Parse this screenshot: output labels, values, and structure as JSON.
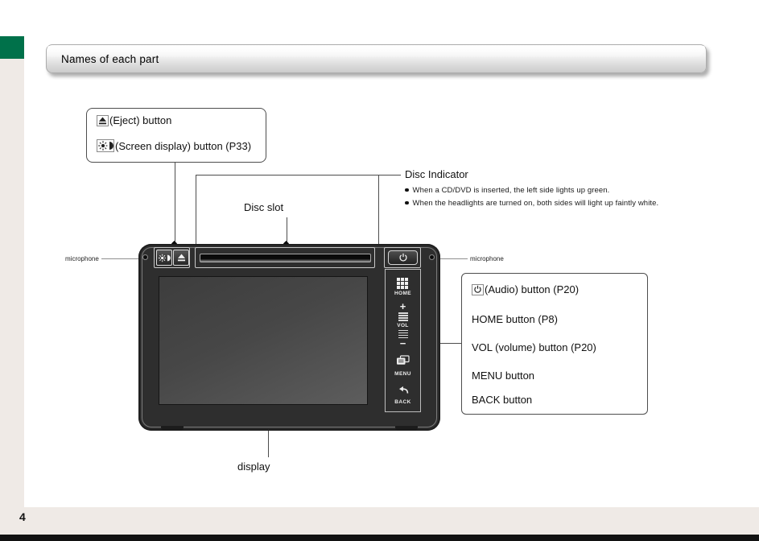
{
  "page": {
    "number": "4"
  },
  "header": {
    "title": "Names of each part"
  },
  "callout_left": {
    "rows": [
      {
        "icon": "eject-icon",
        "label": "(Eject) button"
      },
      {
        "icon": "screen-display-icon",
        "label": "(Screen display) button (P33)"
      }
    ]
  },
  "labels": {
    "disc_slot": "Disc slot",
    "disc_indicator": {
      "title": "Disc Indicator",
      "bullets": [
        "When a CD/DVD is inserted, the left side lights up green.",
        "When the headlights are turned on, both sides will light up faintly white."
      ]
    },
    "microphone_left": "microphone",
    "microphone_right": "microphone",
    "display": "display"
  },
  "callout_right": {
    "rows": [
      {
        "icon": "power-icon",
        "label": "(Audio) button (P20)"
      },
      {
        "label": "HOME button (P8)"
      },
      {
        "label": "VOL (volume) button (P20)"
      },
      {
        "label": "MENU button"
      },
      {
        "label": "BACK button"
      }
    ]
  },
  "device": {
    "home_label": "HOME",
    "vol_label": "VOL",
    "menu_label": "MENU",
    "back_label": "BACK",
    "vol_plus": "+",
    "vol_minus": "−"
  },
  "colors": {
    "accent_green": "#00714a",
    "margin_beige": "#efeae6",
    "device_body": "#2e2e2e",
    "bottom_bar_black": "#121212"
  }
}
